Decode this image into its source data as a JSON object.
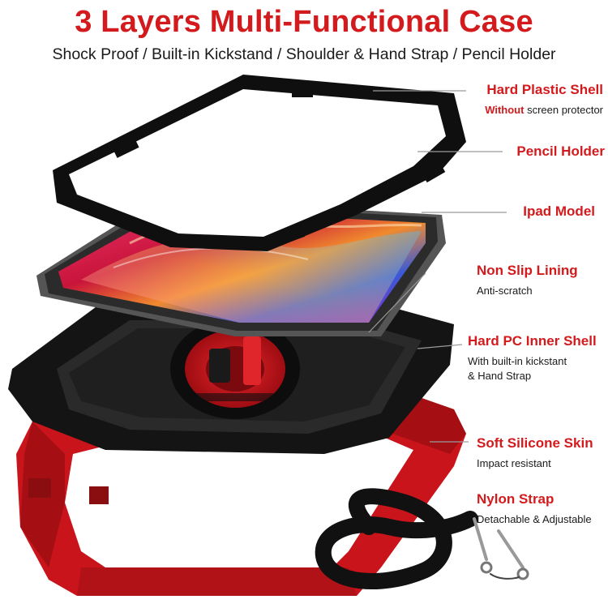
{
  "header": {
    "title": "3 Layers Multi-Functional Case",
    "subtitle": "Shock Proof / Built-in Kickstand / Shoulder & Hand Strap / Pencil Holder"
  },
  "features": [
    {
      "heading": "Hard Plastic Shell",
      "note_emphasis": "Without",
      "note": " screen protector"
    },
    {
      "heading": "Pencil Holder"
    },
    {
      "heading": "Ipad Model"
    },
    {
      "heading": "Non Slip Lining",
      "note": "Anti-scratch"
    },
    {
      "heading": "Hard PC Inner Shell",
      "note_line1": "With built-in kickstant",
      "note_line2": "& Hand Strap"
    },
    {
      "heading": "Soft Silicone Skin",
      "note": "Impact resistant"
    },
    {
      "heading": "Nylon Strap",
      "note": "Detachable & Adjustable"
    }
  ],
  "colors": {
    "accent_red": "#d31a1d",
    "case_red": "#c8141a",
    "case_black": "#141414",
    "text_dark": "#1a1a1a"
  }
}
